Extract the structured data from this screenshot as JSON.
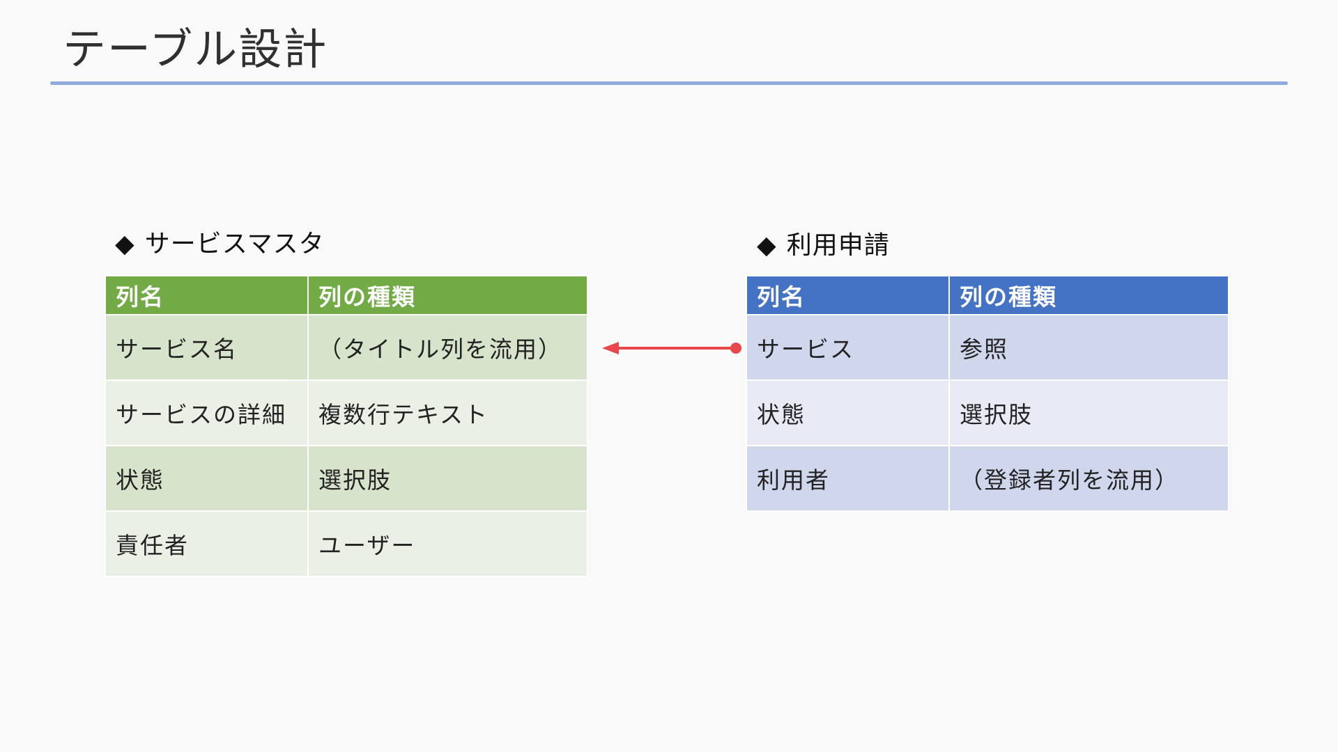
{
  "slide": {
    "title": "テーブル設計"
  },
  "left_section": {
    "marker": "◆",
    "heading": "サービスマスタ",
    "header": [
      "列名",
      "列の種類"
    ],
    "rows": [
      [
        "サービス名",
        "（タイトル列を流用）"
      ],
      [
        "サービスの詳細",
        "複数行テキスト"
      ],
      [
        "状態",
        "選択肢"
      ],
      [
        "責任者",
        "ユーザー"
      ]
    ]
  },
  "right_section": {
    "marker": "◆",
    "heading": "利用申請",
    "header": [
      "列名",
      "列の種類"
    ],
    "rows": [
      [
        "サービス",
        "参照"
      ],
      [
        "状態",
        "選択肢"
      ],
      [
        "利用者",
        "（登録者列を流用）"
      ]
    ]
  },
  "colors": {
    "title_rule": "#8faadc",
    "green_header": "#72ab45",
    "green_row_dark": "#d7e3cb",
    "green_row_light": "#ebf0e7",
    "blue_header": "#4472c4",
    "blue_row_dark": "#d0d6ec",
    "blue_row_light": "#e8ebf5",
    "connector_arrow": "#e8474b"
  }
}
